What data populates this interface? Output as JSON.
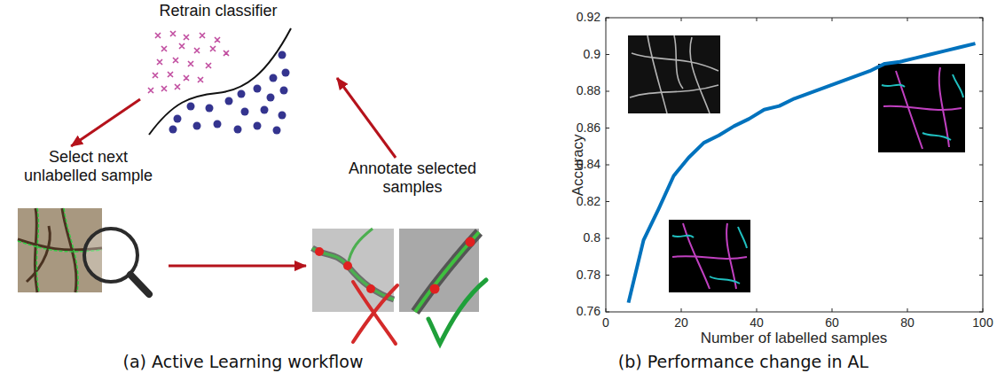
{
  "diagram": {
    "nodes": [
      {
        "text": [
          "Retrain classifier"
        ]
      },
      {
        "text": [
          "Select next unlabelled sample"
        ]
      },
      {
        "text": [
          "Annotate selected samples"
        ]
      }
    ],
    "edges": [
      {
        "from": 0,
        "to": 1,
        "arrow": "to"
      },
      {
        "from": 1,
        "to": 2,
        "arrow": "to"
      },
      {
        "from": 2,
        "to": 0,
        "arrow": "to"
      }
    ],
    "labels": [
      "(a) Active Learning workflow",
      "0.92",
      "0.9",
      "0.88",
      "0.86",
      "0.84",
      "0.82",
      "0.8",
      "0.78",
      "0.76",
      "0",
      "20",
      "40",
      "60",
      "80",
      "100",
      "Accuracy",
      "Number of labelled samples",
      "(b) Performance change in AL"
    ]
  }
}
